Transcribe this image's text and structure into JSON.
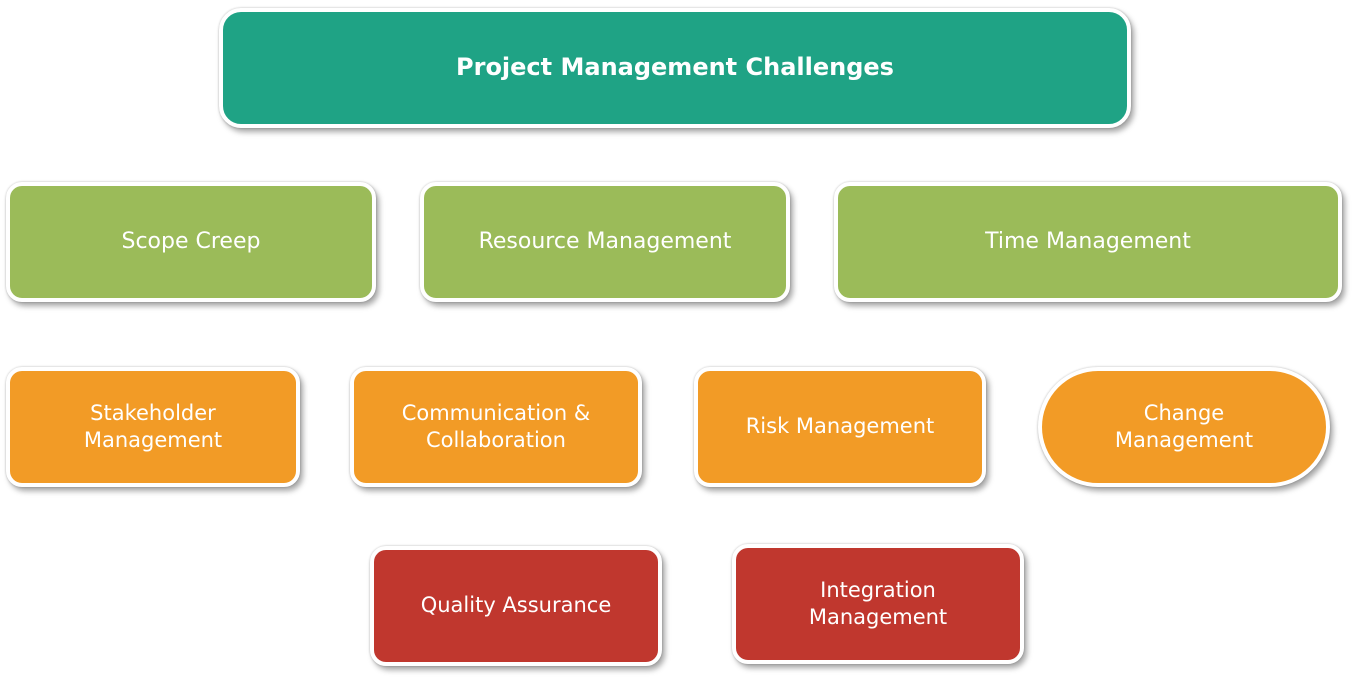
{
  "diagram": {
    "title": "Project Management Challenges",
    "rows": [
      {
        "color": "#9bbb59",
        "items": [
          "Scope Creep",
          "Resource Management",
          "Time Management"
        ]
      },
      {
        "color": "#f29b26",
        "items": [
          "Stakeholder\nManagement",
          "Communication &\nCollaboration",
          "Risk Management",
          "Change\nManagement"
        ]
      },
      {
        "color": "#c0372e",
        "items": [
          "Quality Assurance",
          "Integration\nManagement"
        ]
      }
    ],
    "title_color": "#1fa385"
  }
}
